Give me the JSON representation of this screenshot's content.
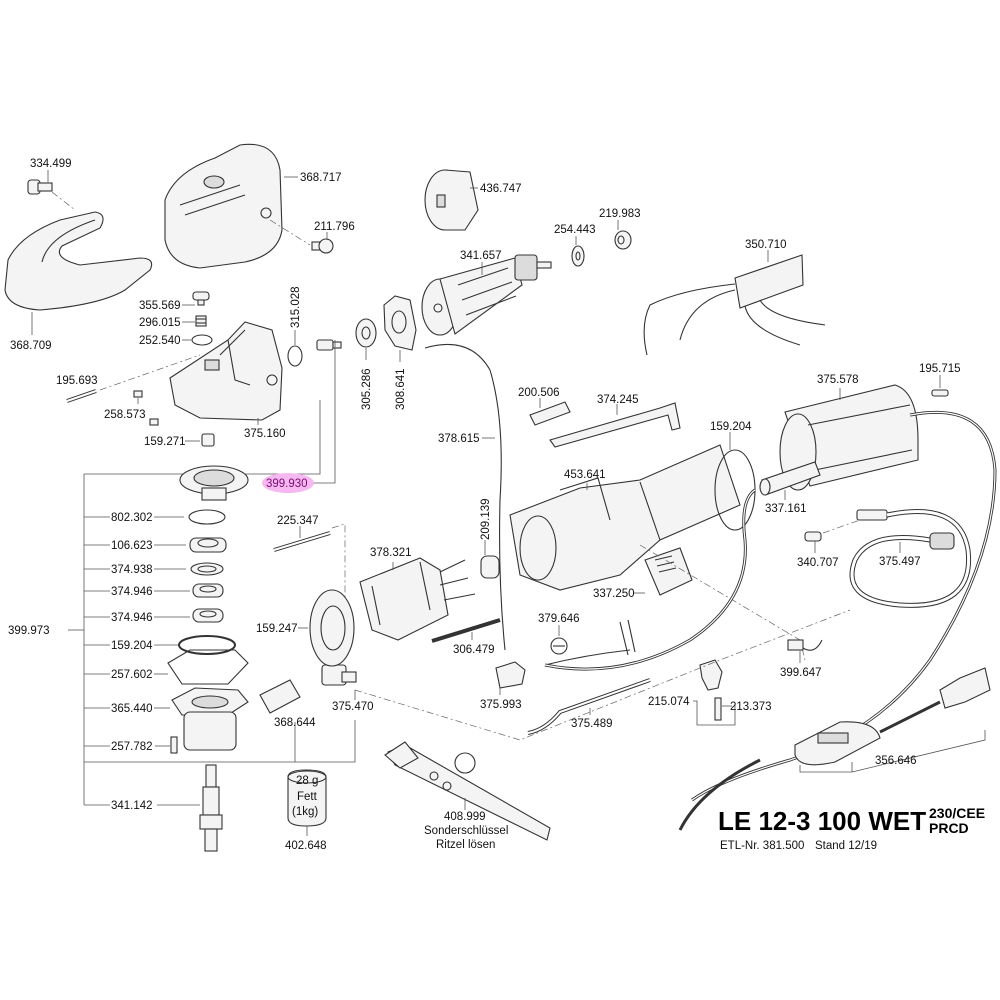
{
  "title": {
    "model": "LE 12-3 100 WET",
    "variant_line1": "230/CEE",
    "variant_line2": "PRCD",
    "etl": "ETL-Nr. 381.500",
    "stand": "Stand 12/19"
  },
  "highlight_color": "#f6b8f0",
  "parts": {
    "p334499": "334.499",
    "p368717": "368.717",
    "p211796": "211.796",
    "p368709": "368.709",
    "p355569": "355.569",
    "p296015": "296.015",
    "p252540": "252.540",
    "p315028": "315.028",
    "p195693": "195.693",
    "p258573": "258.573",
    "p159271": "159.271",
    "p375160": "375.160",
    "p305286": "305.286",
    "p308641": "308.641",
    "p436747": "436.747",
    "p341657": "341.657",
    "p254443": "254.443",
    "p219983": "219.983",
    "p350710": "350.710",
    "p399930": "399.930",
    "p802302": "802.302",
    "p106623": "106.623",
    "p374938": "374.938",
    "p374946a": "374.946",
    "p374946b": "374.946",
    "p399973": "399.973",
    "p159204a": "159.204",
    "p257602": "257.602",
    "p365440": "365.440",
    "p257782": "257.782",
    "p341142": "341.142",
    "p225347": "225.347",
    "p378321": "378.321",
    "p159247": "159.247",
    "p306479": "306.479",
    "p209139": "209.139",
    "p378615": "378.615",
    "p368644": "368.644",
    "p375470": "375.470",
    "p402648": "402.648",
    "p200506": "200.506",
    "p374245": "374.245",
    "p453641": "453.641",
    "p337250": "337.250",
    "p379646": "379.646",
    "p375993": "375.993",
    "p375489": "375.489",
    "p215074": "215.074",
    "p213373": "213.373",
    "p408999": "408.999",
    "p375578": "375.578",
    "p195715": "195.715",
    "p159204b": "159.204",
    "p337161": "337.161",
    "p340707": "340.707",
    "p375497": "375.497",
    "p399647": "399.647",
    "p356646": "356.646"
  },
  "grease": {
    "weight": "28 g",
    "name": "Fett",
    "pack": "(1kg)"
  },
  "tool_caption": {
    "line1": "Sonderschlüssel",
    "line2": "Ritzel lösen"
  }
}
